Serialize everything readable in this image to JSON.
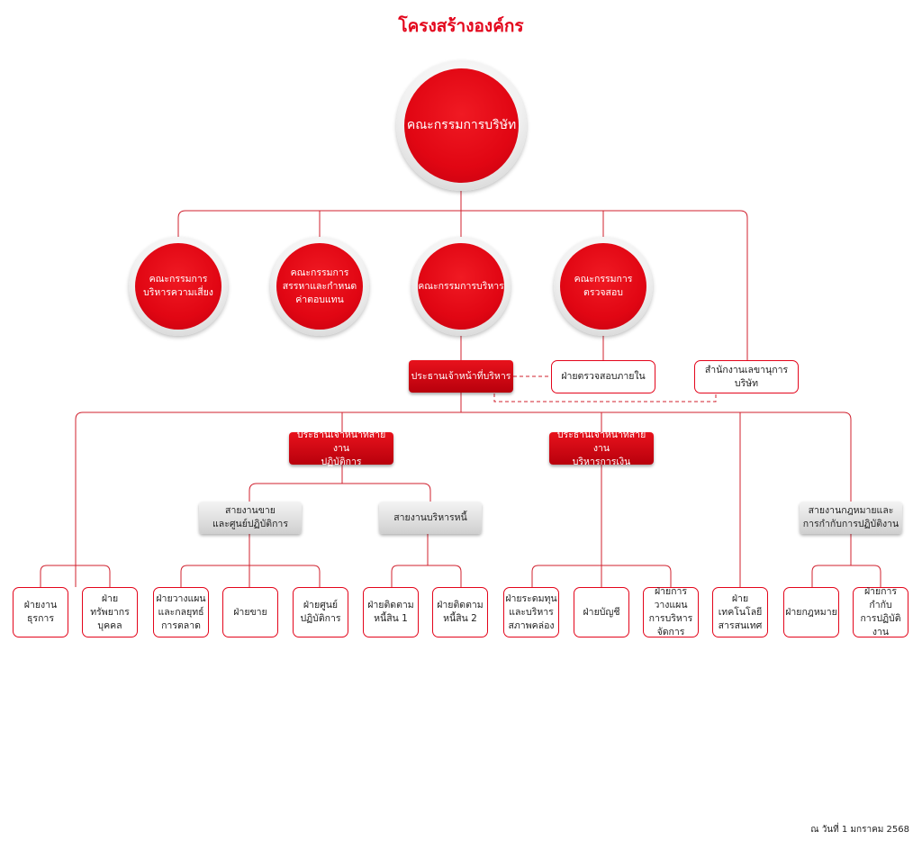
{
  "title": "โครงสร้างองค์กร",
  "board": "คณะกรรมการบริษัท",
  "committees": {
    "risk": "คณะกรรมการ\nบริหารความเสี่ยง",
    "nomination": "คณะกรรมการ\nสรรหาและกำหนด\nค่าตอบแทน",
    "executive": "คณะกรรมการบริหาร",
    "audit": "คณะกรรมการ\nตรวจสอบ"
  },
  "ceo": "ประธานเจ้าหน้าที่บริหาร",
  "internal_audit": "ฝ่ายตรวจสอบภายใน",
  "company_secretary": "สำนักงานเลขานุการบริษัท",
  "chiefs": {
    "operations": "ประธานเจ้าหน้าที่สายงาน\nปฏิบัติการ",
    "finance": "ประธานเจ้าหน้าที่สายงาน\nบริหารการเงิน"
  },
  "lines": {
    "sales": "สายงานขาย\nและศูนย์ปฏิบัติการ",
    "debt": "สายงานบริหารหนี้",
    "legal": "สายงานกฎหมายและ\nการกำกับการปฏิบัติงาน"
  },
  "departments": {
    "admin": "ฝ่ายงานธุรการ",
    "hr": "ฝ่ายทรัพยากร\nบุคคล",
    "strategy": "ฝ่ายวางแผน\nและกลยุทธ์\nการตลาด",
    "sales": "ฝ่ายขาย",
    "ops_center": "ฝ่ายศูนย์\nปฏิบัติการ",
    "collection1": "ฝ่ายติดตาม\nหนี้สิน 1",
    "collection2": "ฝ่ายติดตาม\nหนี้สิน 2",
    "treasury": "ฝ่ายระดมทุน\nและบริหาร\nสภาพคล่อง",
    "accounting": "ฝ่ายบัญชี",
    "planning": "ฝ่ายการวางแผน\nการบริหาร\nจัดการ",
    "it": "ฝ่าย\nเทคโนโลยี\nสารสนเทศ",
    "legal": "ฝ่ายกฎหมาย",
    "compliance": "ฝ่ายการกำกับ\nการปฏิบัติงาน"
  },
  "date_note": "ณ วันที่ 1 มกราคม 2568",
  "colors": {
    "accent": "#e3051b",
    "line": "#d0202e",
    "grey": "#d6d6d6"
  }
}
